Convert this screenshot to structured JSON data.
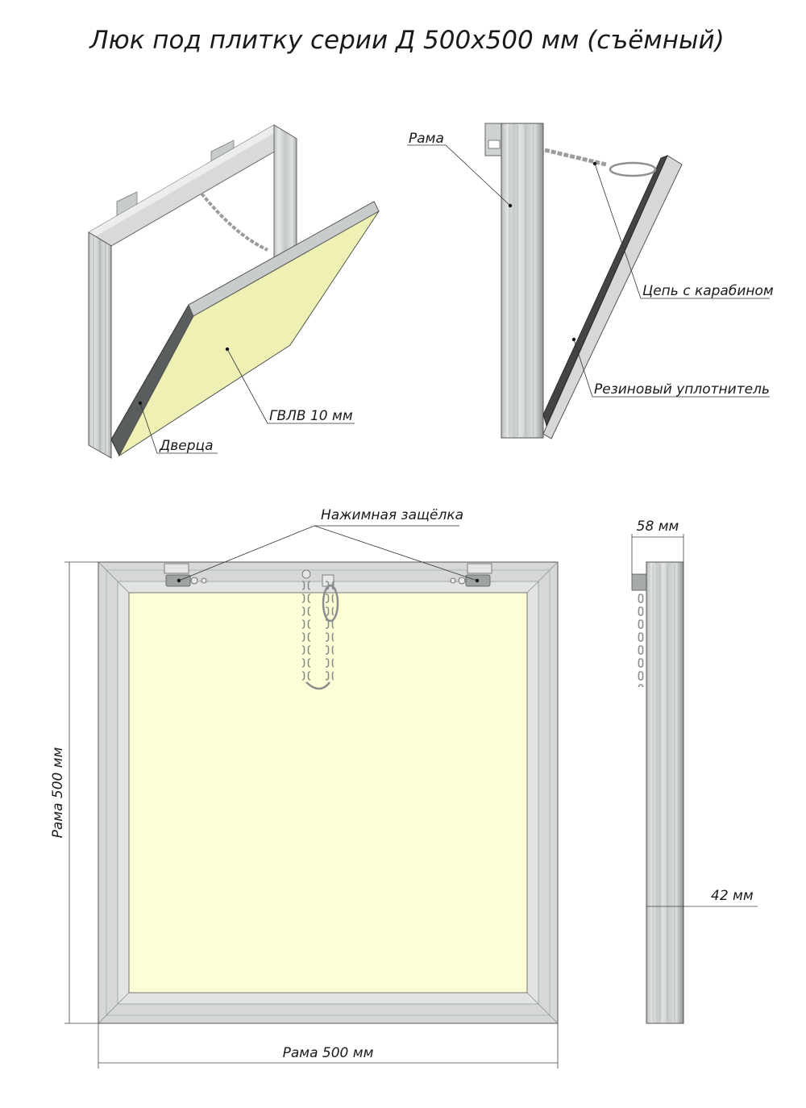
{
  "title": "Люк под плитку серии Д 500х500 мм (съёмный)",
  "labels": {
    "rama": "Рама",
    "chain": "Цепь с карабином",
    "seal": "Резиновый уплотнитель",
    "gvlv": "ГВЛВ 10 мм",
    "door": "Дверца",
    "latch": "Нажимная защёлка",
    "rama_height": "Рама 500 мм",
    "rama_width": "Рама 500 мм",
    "depth_58": "58 мм",
    "depth_42": "42 мм"
  },
  "colors": {
    "frame": "#d2d4d4",
    "frame_dark": "#9ea2a2",
    "panel": "#fdfed6",
    "panel_persp": "#eef0b4",
    "seal": "#444444",
    "background": "#ffffff"
  }
}
